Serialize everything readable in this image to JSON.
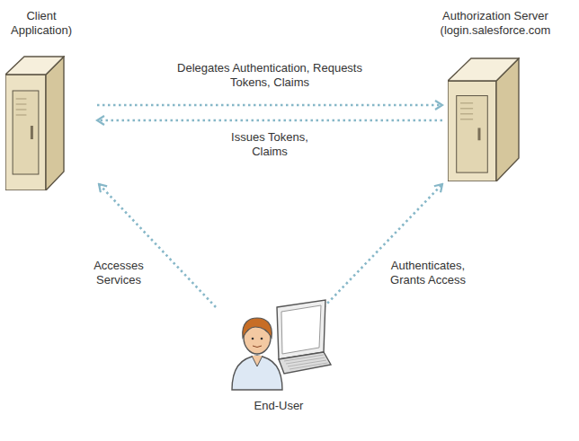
{
  "diagram": {
    "nodes": [
      {
        "text": [
          "Client Application)"
        ]
      },
      {
        "text": [
          "Authorization Server (login.salesforce.com"
        ]
      },
      {
        "text": [
          "End-User"
        ]
      }
    ],
    "edges": [
      {
        "from": 0,
        "to": 1,
        "arrow": "to",
        "label": "Delegates Authentication, Requests Tokens, Claims"
      },
      {
        "from": 1,
        "to": 0,
        "arrow": "to",
        "label": "Issues Tokens, Claims"
      },
      {
        "from": 2,
        "to": 0,
        "arrow": "to",
        "label": "Accesses Services"
      },
      {
        "from": 2,
        "to": 1,
        "arrow": "to",
        "label": "Authenticates, Grants Access"
      }
    ]
  }
}
